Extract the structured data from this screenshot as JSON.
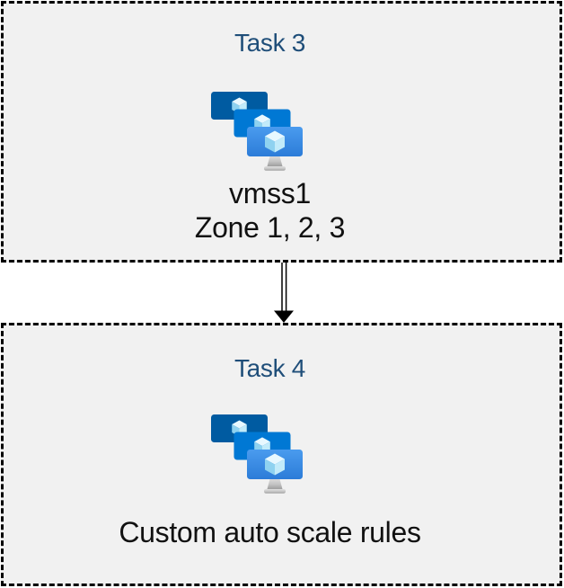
{
  "diagram": {
    "boxes": [
      {
        "id": "task3",
        "title": "Task 3",
        "icon": "virtual-machine-scale-sets-icon",
        "lines": [
          "vmss1",
          "Zone 1, 2, 3"
        ]
      },
      {
        "id": "task4",
        "title": "Task 4",
        "icon": "virtual-machine-scale-sets-icon",
        "lines": [
          "Custom auto scale rules"
        ]
      }
    ],
    "connector": {
      "type": "double-line-arrow",
      "direction": "down",
      "from": "task3",
      "to": "task4",
      "color": "#000000"
    },
    "colors": {
      "page_background": "#FFFFFF",
      "box_fill": "#F1F1F1",
      "box_border": "#000000",
      "title_text": "#1F4E79",
      "body_text": "#111111",
      "icon_back_screen": "#005BA1",
      "icon_middle_screen": "#0078D4",
      "icon_front_screen_top": "#4A9BEE",
      "icon_front_screen_bottom": "#2C7CD8",
      "icon_cube_top": "#E8F8FF",
      "icon_cube_left": "#8FD2F0",
      "icon_cube_right": "#C2EBFA",
      "icon_stand_light": "#E0E0E0",
      "icon_stand_dark": "#9E9E9E"
    }
  }
}
